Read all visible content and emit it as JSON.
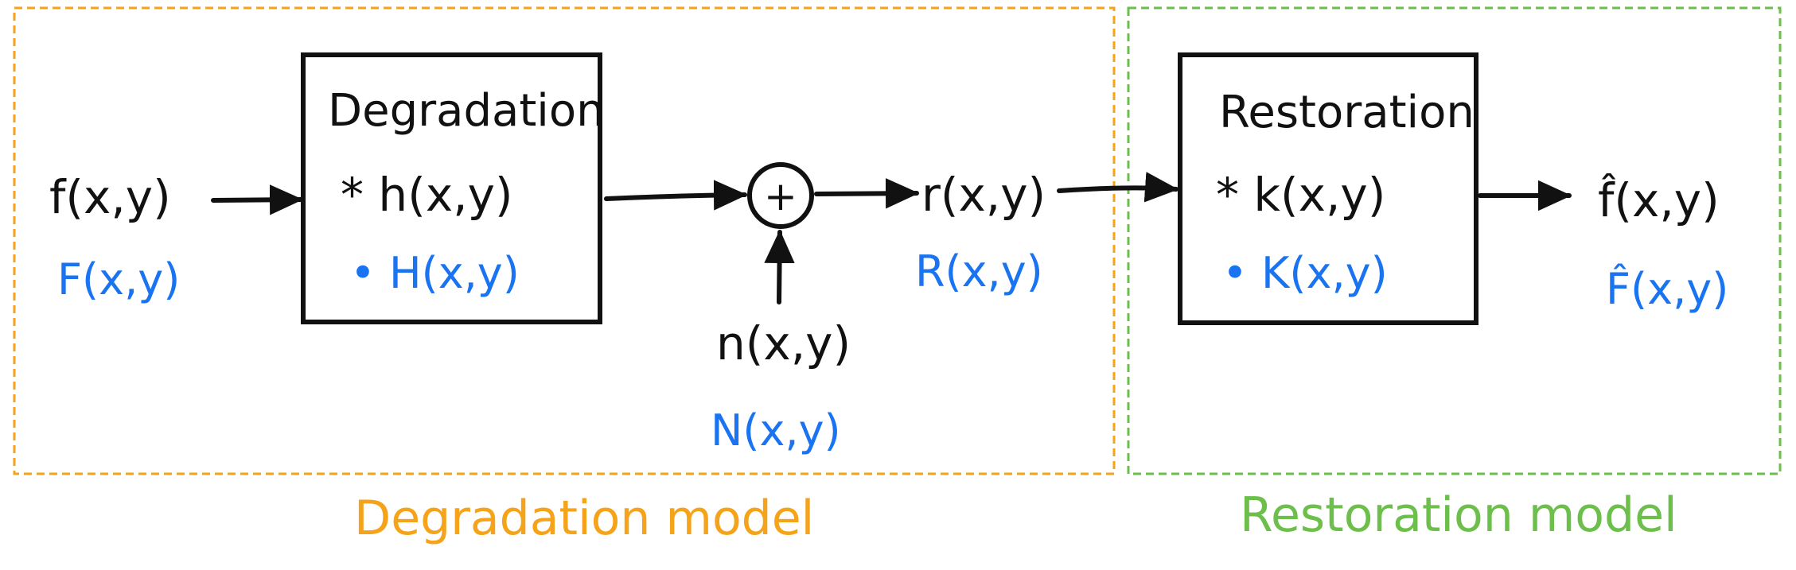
{
  "diagram": {
    "title": "Image degradation and restoration model",
    "colors": {
      "degradation_group": "#f5a31a",
      "restoration_group": "#6cbf4a",
      "frequency_domain": "#1a73f0",
      "spatial_domain": "#111111"
    },
    "groups": [
      {
        "id": "degradation",
        "label": "Degradation model"
      },
      {
        "id": "restoration",
        "label": "Restoration model"
      }
    ],
    "input": {
      "spatial": "f(x,y)",
      "frequency": "F(x,y)"
    },
    "degradation_block": {
      "title": "Degradation",
      "spatial_op": "* h(x,y)",
      "frequency_op": "• H(x,y)"
    },
    "summing_junction": {
      "symbol": "+"
    },
    "noise": {
      "spatial": "n(x,y)",
      "frequency": "N(x,y)"
    },
    "degraded": {
      "spatial": "r(x,y)",
      "frequency": "R(x,y)"
    },
    "restoration_block": {
      "title": "Restoration",
      "spatial_op": "* k(x,y)",
      "frequency_op": "• K(x,y)"
    },
    "output": {
      "spatial": "f̂(x,y)",
      "frequency": "F̂(x,y)"
    },
    "edges": [
      {
        "from": "input",
        "to": "degradation_block"
      },
      {
        "from": "degradation_block",
        "to": "summing_junction"
      },
      {
        "from": "noise",
        "to": "summing_junction"
      },
      {
        "from": "summing_junction",
        "to": "degraded"
      },
      {
        "from": "degraded",
        "to": "restoration_block"
      },
      {
        "from": "restoration_block",
        "to": "output"
      }
    ]
  }
}
